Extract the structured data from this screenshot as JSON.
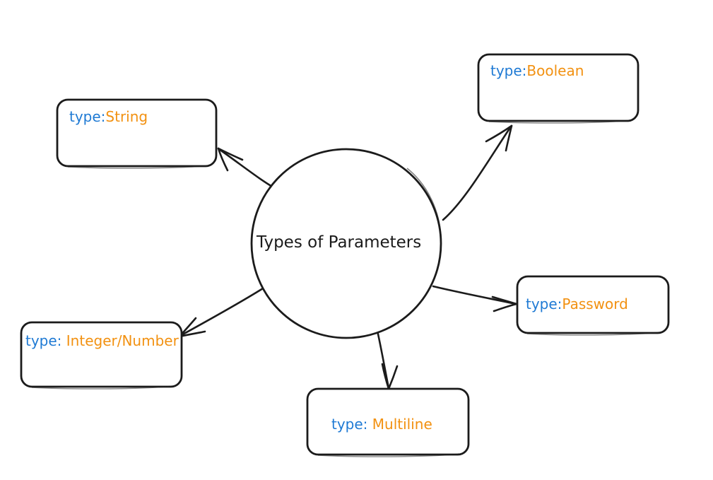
{
  "diagram": {
    "title": "Types of Parameters",
    "style": "hand-drawn mind map",
    "background_color": "#ffffff",
    "stroke_color": "#1b1b1b",
    "key_color": "#1f7ad4",
    "value_color": "#f29111",
    "center": {
      "label": "Types of Parameters",
      "shape": "circle"
    },
    "nodes": [
      {
        "id": "string",
        "key": "type:",
        "value": "String",
        "shape": "rounded-rectangle",
        "text_align": "top-left"
      },
      {
        "id": "boolean",
        "key": "type:",
        "value": "Boolean",
        "shape": "rounded-rectangle",
        "text_align": "top-left"
      },
      {
        "id": "integer",
        "key": "type: ",
        "value": "Integer/Number",
        "shape": "rounded-rectangle",
        "text_align": "top-left"
      },
      {
        "id": "password",
        "key": "type:",
        "value": "Password",
        "shape": "rounded-rectangle",
        "text_align": "middle-left"
      },
      {
        "id": "multiline",
        "key": "type: ",
        "value": "Multiline",
        "shape": "rounded-rectangle",
        "text_align": "center"
      }
    ],
    "edges": [
      {
        "from": "center",
        "to": "string",
        "arrowhead": "open-v"
      },
      {
        "from": "center",
        "to": "boolean",
        "arrowhead": "open-v"
      },
      {
        "from": "center",
        "to": "integer",
        "arrowhead": "open-v"
      },
      {
        "from": "center",
        "to": "password",
        "arrowhead": "open-v"
      },
      {
        "from": "center",
        "to": "multiline",
        "arrowhead": "open-v"
      }
    ]
  }
}
